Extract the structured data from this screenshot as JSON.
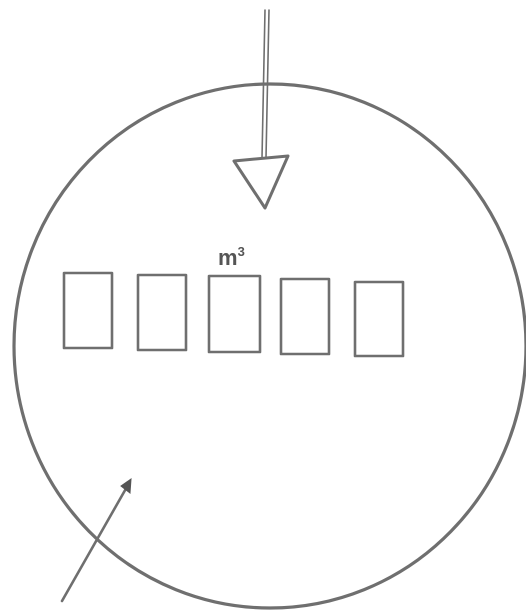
{
  "meter": {
    "unit_label": "m",
    "unit_exponent": "3",
    "digit_count": 5,
    "colors": {
      "stroke": "#6f6f6f",
      "label": "#555555",
      "background": "#ffffff"
    }
  }
}
